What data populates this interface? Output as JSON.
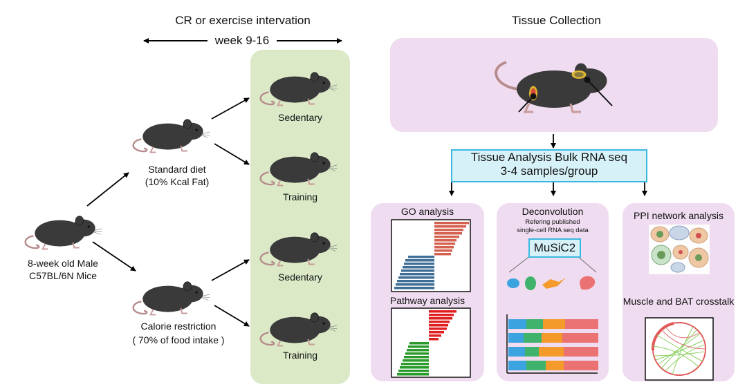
{
  "header": {
    "intervention_title": "CR or exercise intervation",
    "week_label": "week 9-16",
    "tissue_title": "Tissue Collection"
  },
  "start": {
    "line1": "8-week old Male",
    "line2": "C57BL/6N Mice"
  },
  "diets": [
    {
      "line1": "Standard diet",
      "line2": "(10% Kcal Fat)"
    },
    {
      "line1": "Calorie restriction",
      "line2": "( 70% of food intake )"
    }
  ],
  "groups": [
    "Sedentary",
    "Training",
    "Sedentary",
    "Training"
  ],
  "analysis_box": {
    "line1": "Tissue Analysis Bulk RNA seq",
    "line2": "3-4 samples/group"
  },
  "panels": {
    "go": {
      "title": "GO analysis",
      "pathway_title": "Pathway analysis"
    },
    "deconv": {
      "title": "Deconvolution",
      "sub1": "Refering published",
      "sub2": "single-cell RNA seq data",
      "tool": "MuSiC2"
    },
    "ppi": {
      "title": "PPI network analysis",
      "crosstalk_title": "Muscle and BAT crosstalk"
    }
  },
  "colors": {
    "lilac": "#efdcf0",
    "green_panel": "#dbe9c7",
    "box_border": "#3bb8e0",
    "box_fill": "#d7f1f8",
    "mouse": "#3a3a3a",
    "go_up": "#d4604f",
    "go_down": "#3f6e96",
    "path_up": "#e02020",
    "path_down": "#2a9a2a",
    "stack_blue": "#3ba3e0",
    "stack_green": "#3fb36b",
    "stack_orange": "#f39a2a",
    "stack_red": "#ea7272"
  }
}
